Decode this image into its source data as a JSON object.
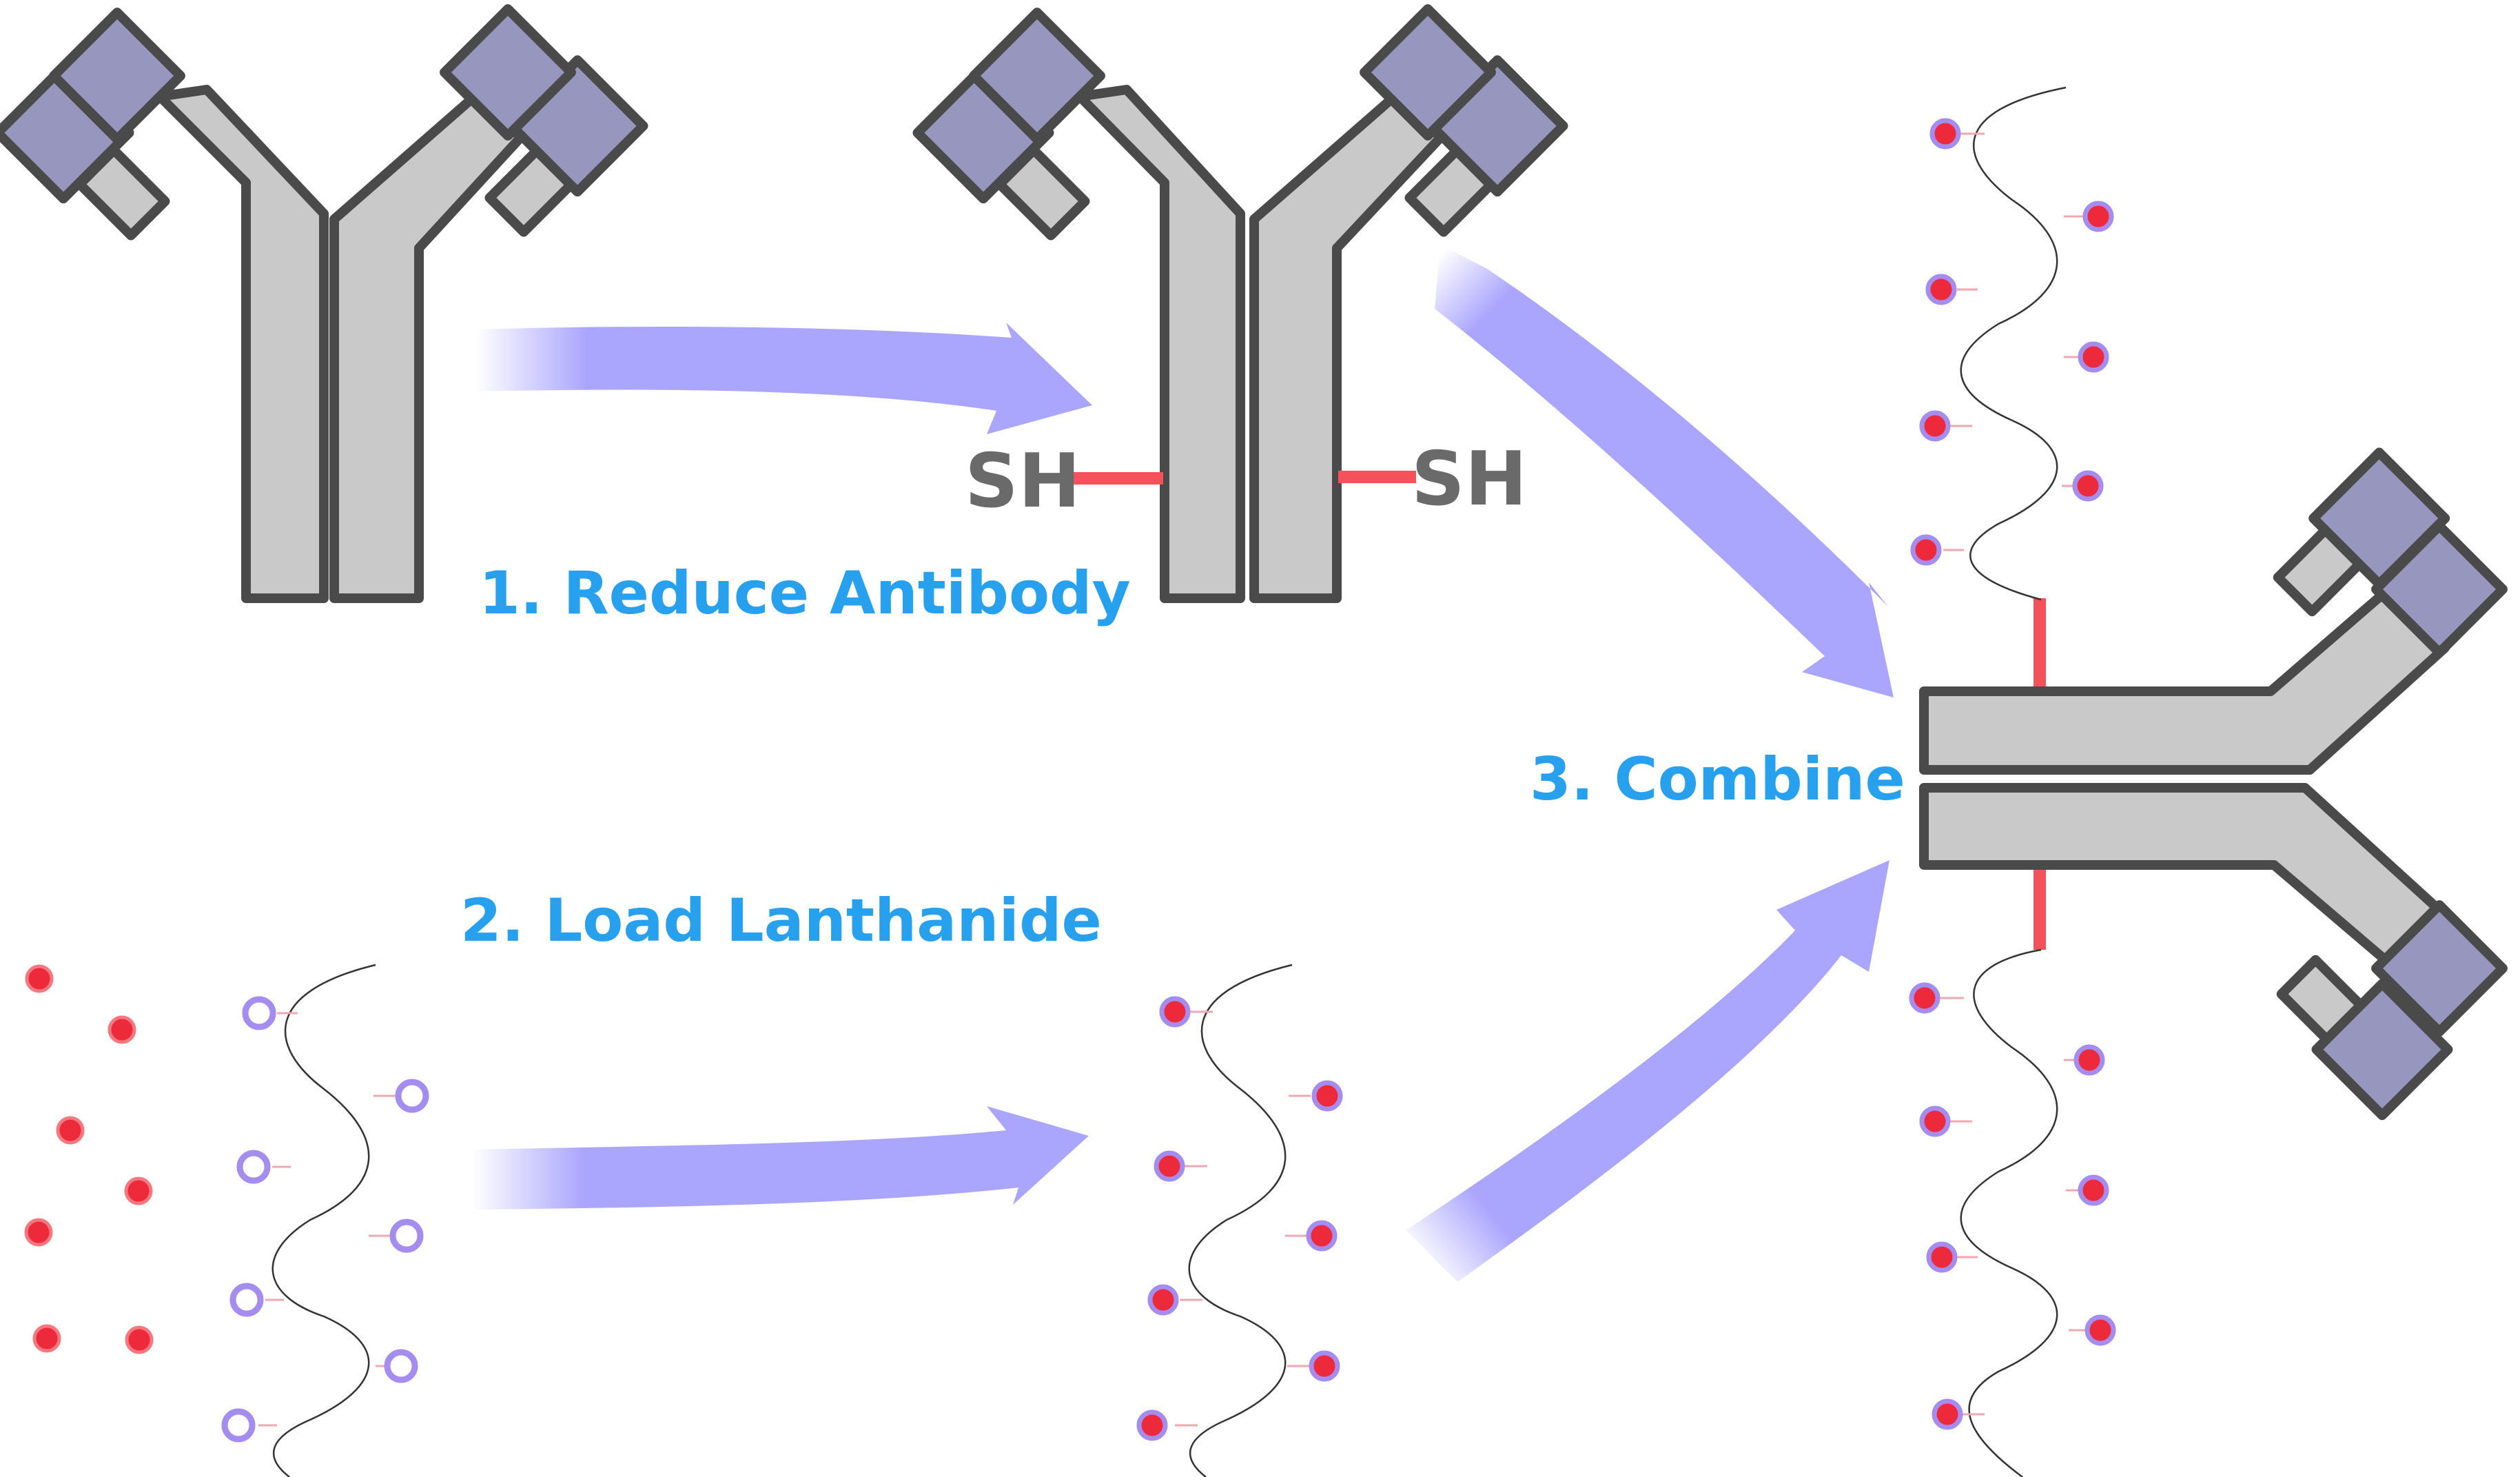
{
  "steps": {
    "step1": "1. Reduce Antibody",
    "step2": "2. Load Lanthanide",
    "step3": "3. Combine"
  },
  "thiol_group": "SH",
  "colors": {
    "heavy_chain_fill": "#c9c9c9",
    "light_chain_fill": "#c9c9c9",
    "variable_domain_fill": "#9696bf",
    "outline": "#4a4a4a",
    "disulfide_bond": "#f5515b",
    "arrow": "#aba6fd",
    "label_text": "#27a0ee",
    "sh_text": "#6a6a6a",
    "lanthanide_ion": "#ed2a3b",
    "chelator_ring": "#a58df0",
    "polymer_line": "#333333"
  },
  "icons": {
    "antibody": "antibody-icon",
    "lanthanide_ion": "lanthanide-ion-icon",
    "polymer_chain": "polymer-chain-icon",
    "process_arrow": "process-arrow-icon"
  }
}
